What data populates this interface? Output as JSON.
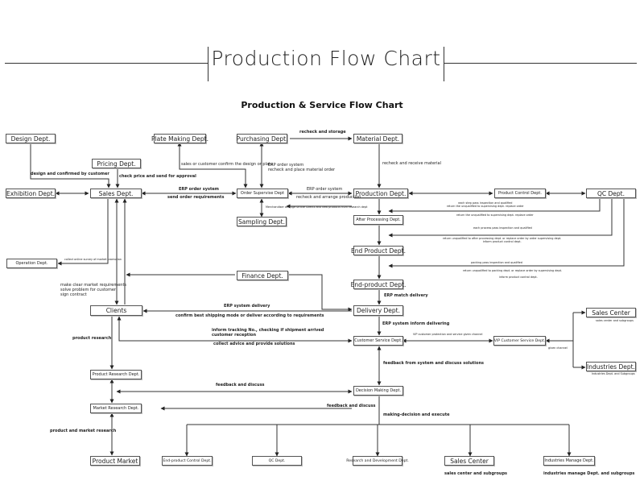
{
  "banner": {
    "title": "Production Flow Chart"
  },
  "chart": {
    "title": "Production & Service Flow Chart"
  },
  "boxes": {
    "design": "Design Dept.",
    "plate_making": "Plate Making Dept.",
    "purchasing": "Purchasing Dept.",
    "material": "Material Dept.",
    "pricing": "Pricing Dept.",
    "exhibition": "Exhibition Dept.",
    "sales": "Sales Dept.",
    "order_supervise": "Order Supervise Dept",
    "production": "Production Dept.",
    "product_control": "Product Control Dept.",
    "qc": "QC Dept.",
    "sampling": "Sampling Dept.",
    "after_processing": "After Processing Dept.",
    "operation": "Operation Dept.",
    "end_product": "End Product Dept.",
    "finance": "Finance Dept.",
    "end_product2": "End-product Dept.",
    "clients": "Clients",
    "delivery": "Delivery Dept.",
    "sales_center_right": "Sales Center",
    "customer_service": "Customer Service Dept.",
    "vip_customer_service": "VIP Customer Service Dept.",
    "industries_right": "Industries Dept.",
    "product_research": "Product Research Dept.",
    "decision_making": "Decision Making Dept.",
    "market_research": "Market Research Dept.",
    "product_market": "Product Market",
    "end_product_control": "End-product Control Dept.",
    "qc_bottom": "QC Dept.",
    "research_development": "Research and Development Dept.",
    "sales_center_bottom": "Sales Center",
    "industries_manage": "Industries Manage Dept."
  },
  "labels": {
    "recheck_storage": "recheck and storage",
    "sales_confirm": "sales or customer confirm the design or plate",
    "erp_order_recheck": "ERP order system\nrecheck and place material order",
    "recheck_receive": "recheck and receive material",
    "design_confirmed": "design and confirmed by customer",
    "check_price": "check price and send for approval",
    "erp_order_system": "ERP order system",
    "send_order": "send order requirements",
    "erp_order_system2": "ERP order system",
    "recheck_arrange": "recheck and arrange production",
    "each_step": "each step pass inspection and qualified\nreturn the unqualified to supervising dept. replace order",
    "return_unqualified": "return the unqualified to supervising dept. replace order",
    "merchandiser": "Merchandiser arrange offline Clients and new products from research dept",
    "each_process": "each process pass inspection and qualified",
    "return_after": "return unqualified to after processing dept. or replace order by order supervising dept.\ninform product control dept.",
    "collect_info": "collect online survey of market promotion",
    "packing_pass": "packing pass inspection and qualified",
    "return_packing": "return unqualified to packing dept. or replace order by supervising dept.",
    "inform_control": "inform product control dept.",
    "make_clear": "make clear market requirements\nsolve problem for customer\nsign contract",
    "erp_match": "ERP match delivery",
    "erp_delivery": "ERP system delivery",
    "confirm_shipping": "confirm best shipping mode or deliver according to requirements",
    "erp_inform": "ERP system inform delivering",
    "sales_center_sub": "sales center and subgroups",
    "product_research_lbl": "product research",
    "inform_tracking": "inform tracking No., checking if shipment arrived\ncustomer reception",
    "collect_advice": "collect advice and provide solutions",
    "vip_receive": "VIP customer protection and service given channel",
    "given_channel": "given channel",
    "industries_sub": "Industries Dept. and Subgroups",
    "feedback_system": "feedback from system and discuss solutions",
    "feedback_discuss": "feedback and discuss",
    "feedback_discuss2": "feedback and discuss",
    "making_decision": "making-decision and execute",
    "product_market_research": "product and market research",
    "sales_center_bottom_sub": "sales center and subgroups",
    "industries_bottom_sub": "industries manage Dept. and subgroups"
  }
}
